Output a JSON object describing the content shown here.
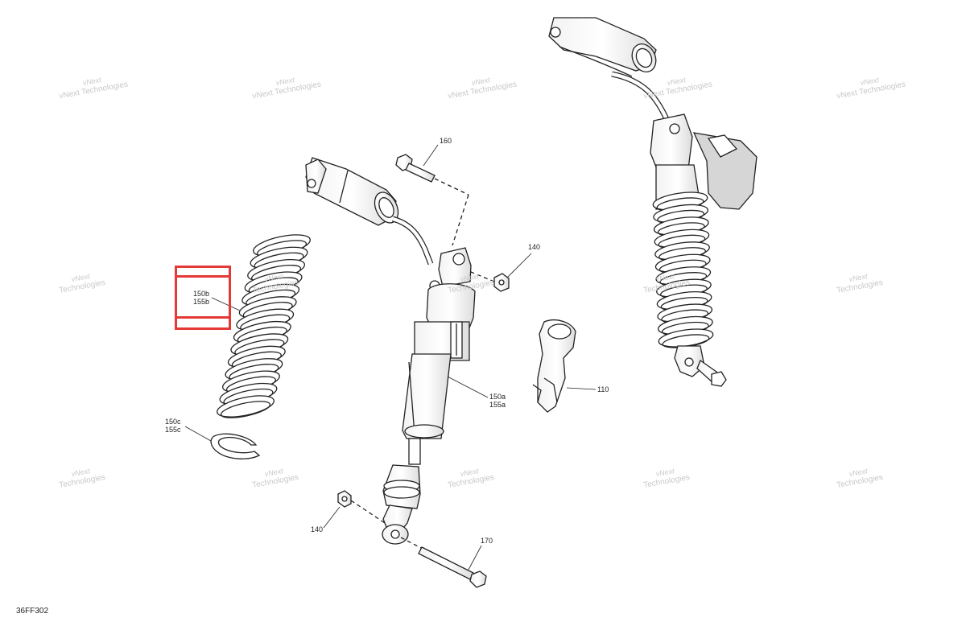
{
  "diagram": {
    "id": "36FF302",
    "callouts": {
      "c160": "160",
      "c140_top": "140",
      "c150b": "150b",
      "c155b": "155b",
      "c150a": "150a",
      "c155a": "155a",
      "c110": "110",
      "c150c": "150c",
      "c155c": "155c",
      "c140_bottom": "140",
      "c170": "170"
    },
    "highlight_color": "#e53935"
  },
  "watermark": {
    "line1": "vNext",
    "line2": "Technologies",
    "combined": "vNext Technologies"
  }
}
